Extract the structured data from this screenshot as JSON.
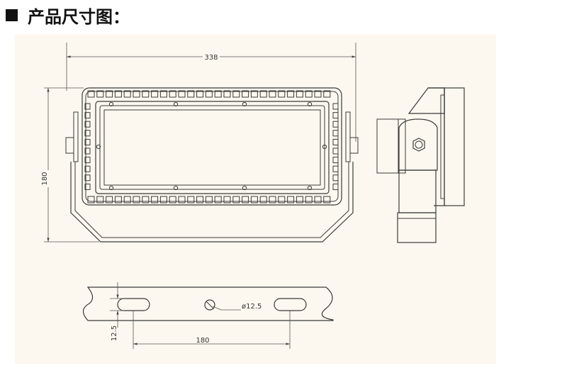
{
  "header": {
    "title": "产品尺寸图：",
    "bullet_icon": "black-square-icon"
  },
  "front_view": {
    "width_dim": "338",
    "height_dim": "180"
  },
  "bracket_view": {
    "hole_dia": "ø12.5",
    "spacing_dim": "180",
    "slot_dim": "12.5"
  }
}
